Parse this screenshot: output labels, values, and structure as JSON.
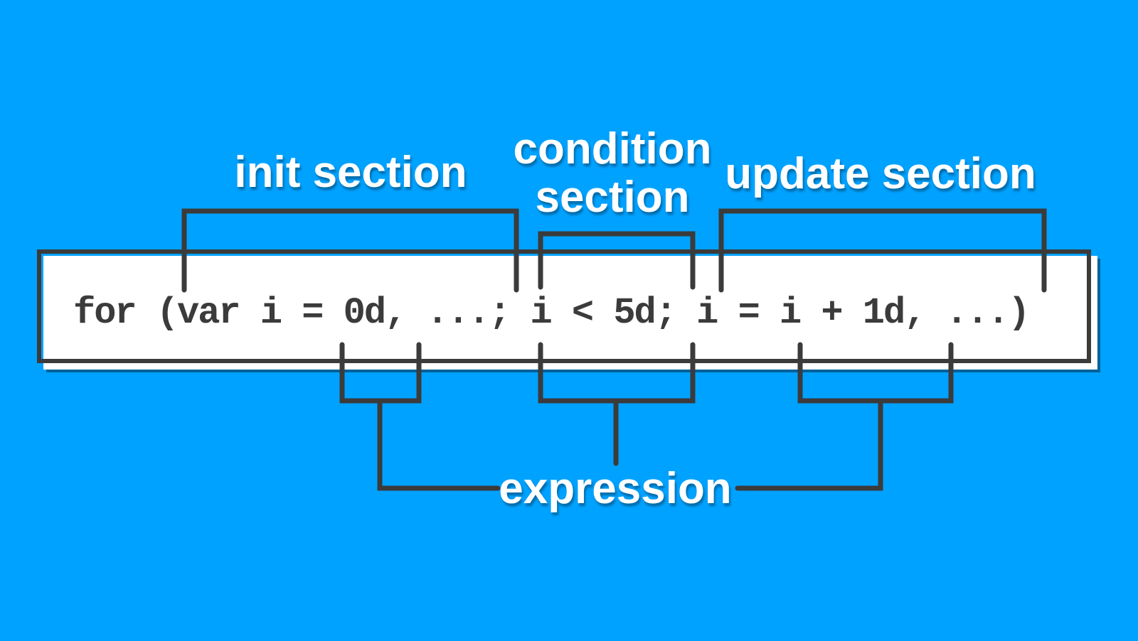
{
  "colors": {
    "background": "#00a2ff",
    "ink": "#3b3b3b",
    "box_fill": "#ffffff",
    "label_text": "#ffffff"
  },
  "code": {
    "text": "for (var i = 0d, ...; i < 5d; i = i + 1d, ...)"
  },
  "labels": {
    "init": "init section",
    "condition_line1": "condition",
    "condition_line2": "section",
    "update": "update section",
    "expression": "expression"
  }
}
